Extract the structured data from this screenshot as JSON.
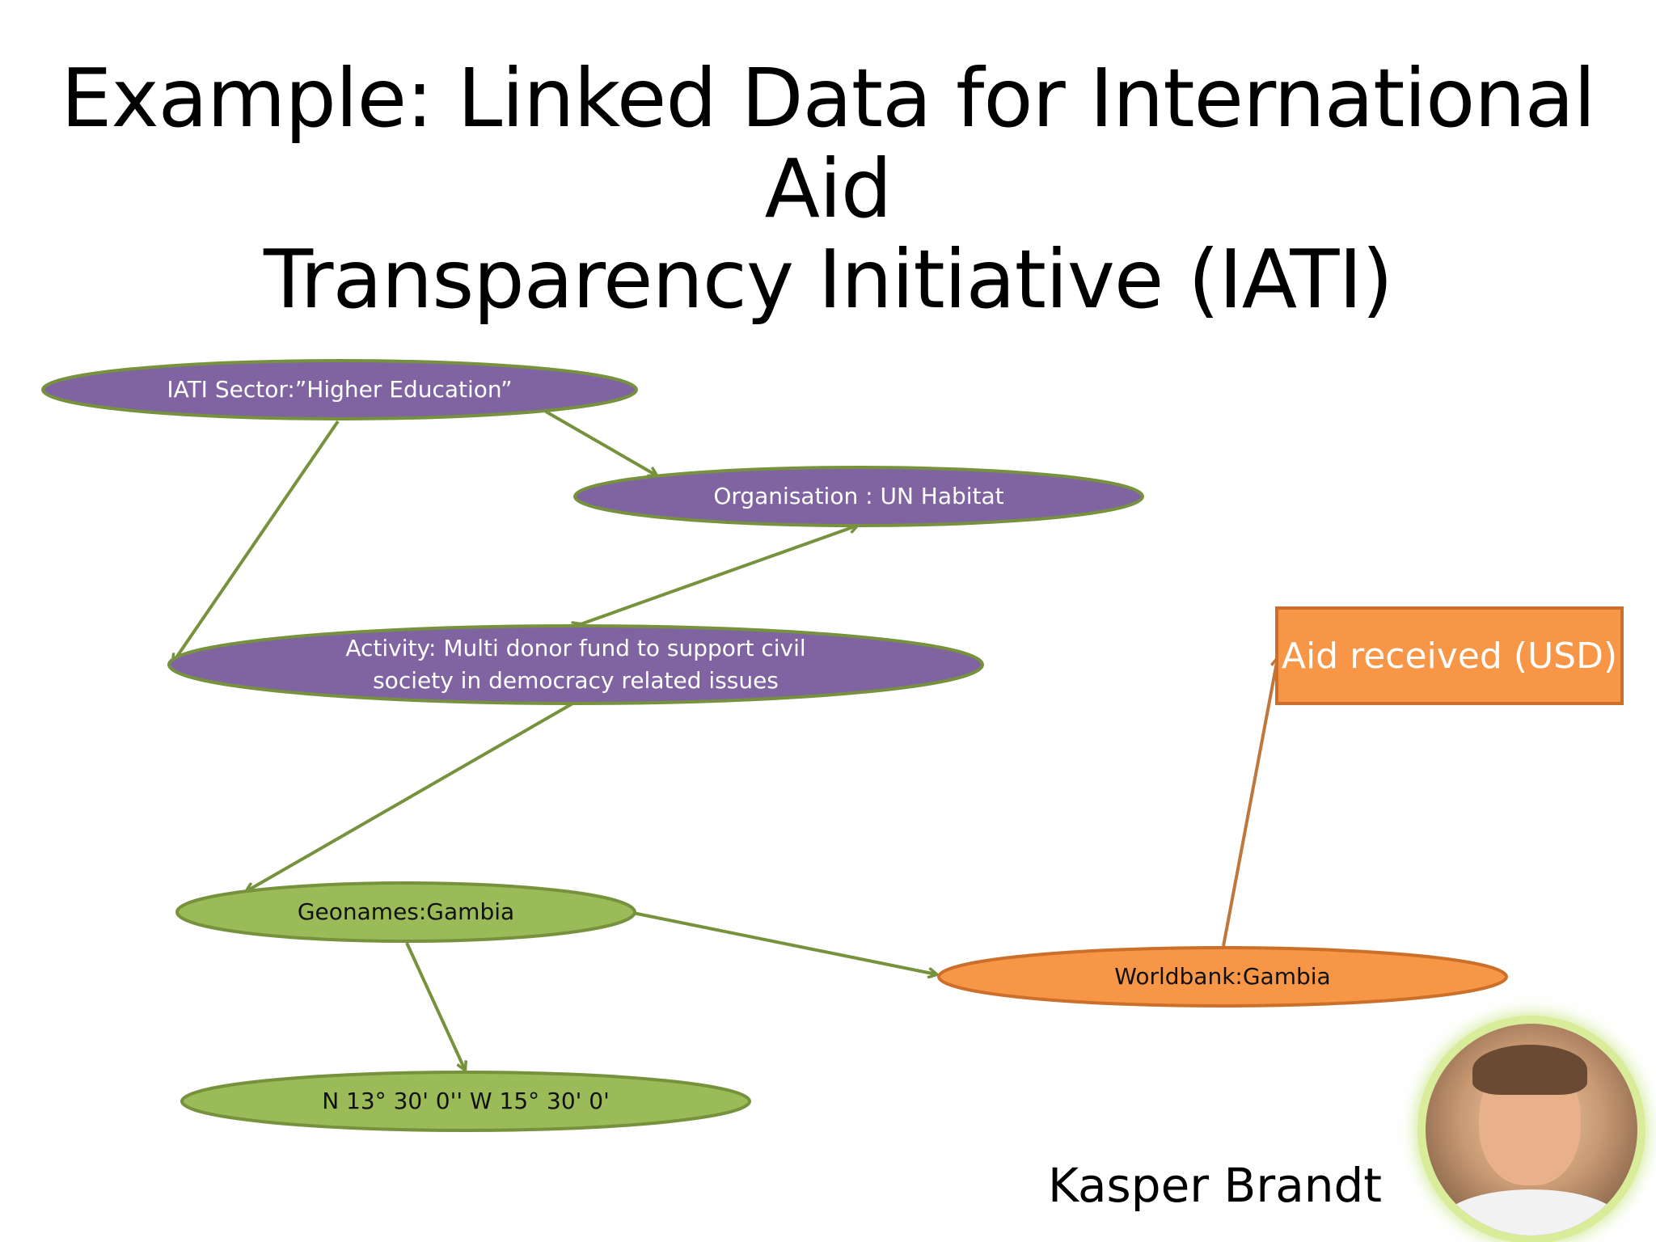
{
  "slide": {
    "title_line1": "Example: Linked Data for International Aid",
    "title_line2": "Transparency Initiative (IATI)",
    "speaker_name": "Kasper Brandt"
  },
  "nodes": {
    "iati_sector": "IATI Sector:”Higher Education”",
    "organisation": "Organisation : UN Habitat",
    "activity_line1": "Activity: Multi donor fund to support civil",
    "activity_line2": "society in democracy related issues",
    "geonames": "Geonames:Gambia",
    "coordinates": "N 13° 30' 0'' W 15° 30' 0'",
    "worldbank": "Worldbank:Gambia",
    "aid_received": "Aid received (USD)"
  },
  "colors": {
    "purple_node": "#8064a2",
    "green_node": "#9bbb59",
    "orange_node": "#f79646",
    "green_edge": "#76923c",
    "orange_edge": "#c0773c"
  }
}
